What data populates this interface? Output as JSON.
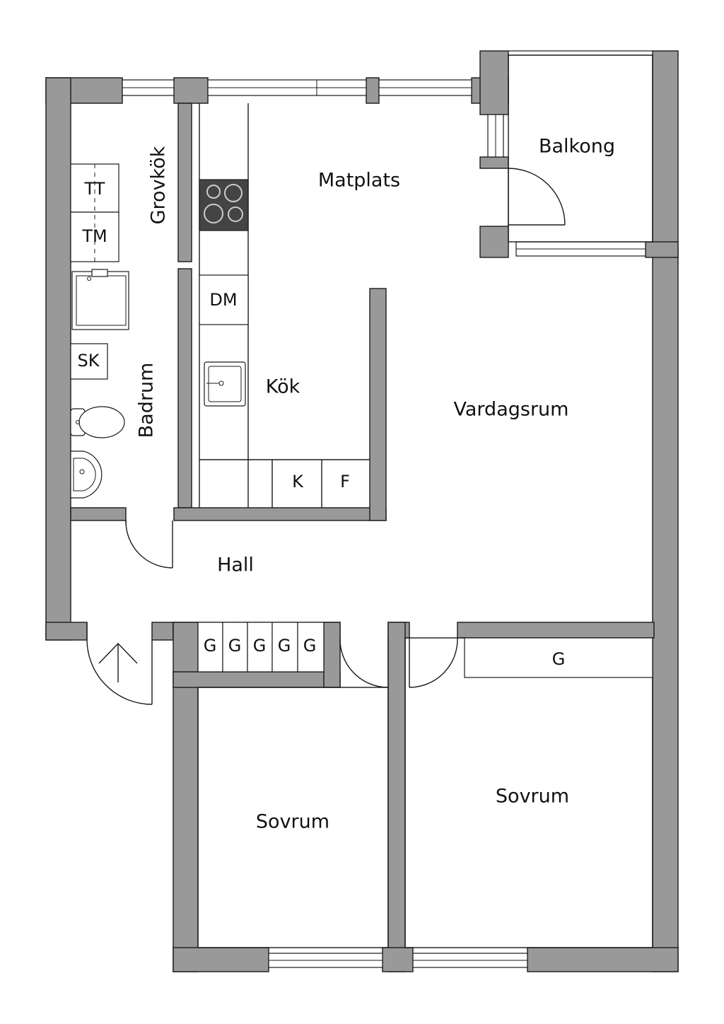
{
  "rooms": {
    "grovkok": "Grovkök",
    "matplats": "Matplats",
    "balkong": "Balkong",
    "kok": "Kök",
    "vardagsrum": "Vardagsrum",
    "badrum": "Badrum",
    "hall": "Hall",
    "sovrum_left": "Sovrum",
    "sovrum_right": "Sovrum"
  },
  "fixtures": {
    "tumble_dryer": "TT",
    "washer": "TM",
    "dishwasher": "DM",
    "bathroom_cabinet": "SK",
    "fridge": "K",
    "freezer": "F",
    "wardrobes_hall": [
      "G",
      "G",
      "G",
      "G",
      "G"
    ],
    "wardrobe_bedroom": "G"
  },
  "colors": {
    "wall_fill": "#999999",
    "line": "#1a1a1a",
    "stove_top": "#444444",
    "background": "#ffffff"
  }
}
